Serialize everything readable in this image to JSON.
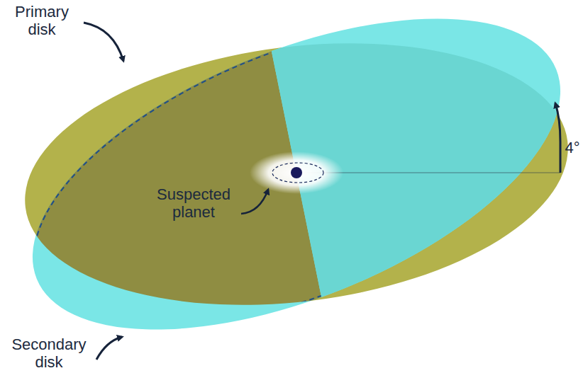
{
  "diagram": {
    "labels": [
      "Primary disk",
      "Secondary disk",
      "Suspected planet",
      "4°"
    ]
  }
}
